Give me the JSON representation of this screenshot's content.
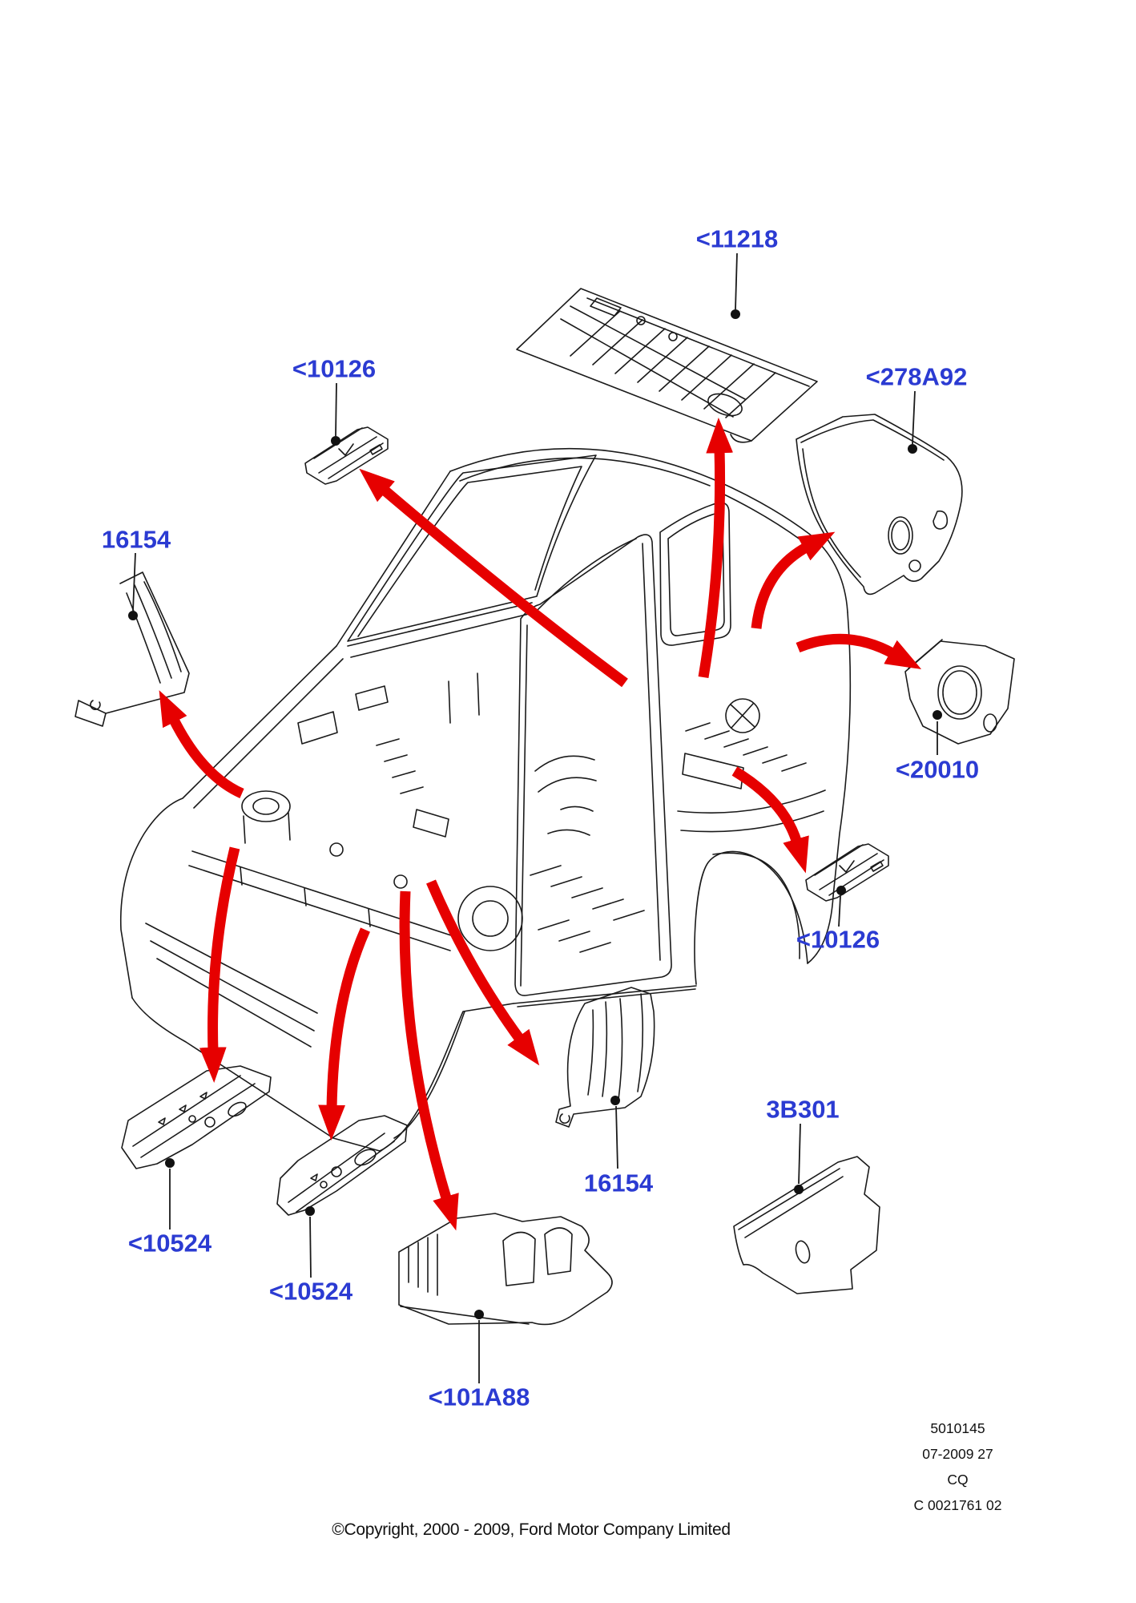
{
  "callouts": {
    "c_11218": "<11218",
    "c_10126_top": "<10126",
    "c_16154_left": "16154",
    "c_278a92": "<278A92",
    "c_20010": "<20010",
    "c_10126_right": "<10126",
    "c_3b301": "3B301",
    "c_16154_bottom": "16154",
    "c_10524_left": "<10524",
    "c_10524_mid": "<10524",
    "c_101a88": "<101A88"
  },
  "legend": {
    "doc_number": "5010145",
    "revision": "07-2009 27",
    "code": "CQ",
    "drawing_ref": "C 0021761 02"
  },
  "copyright": "©Copyright, 2000 - 2009, Ford Motor Company Limited",
  "colors": {
    "label_blue": "#2B3BD2",
    "arrow_red": "#E60000",
    "line_black": "#1A1A1A",
    "background": "#FFFFFF"
  }
}
